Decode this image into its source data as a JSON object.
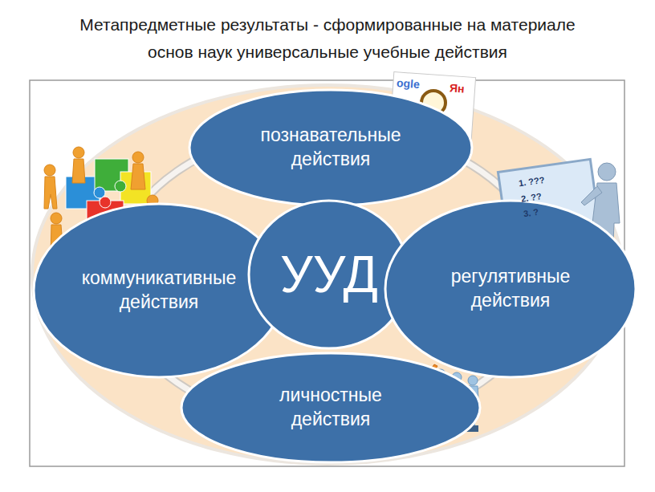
{
  "diagram": {
    "title": "Метапредметные результаты - сформированные на материале основ наук универсальные учебные действия",
    "nodes": [
      {
        "text": [
          "познавательные действия"
        ]
      },
      {
        "text": [
          "коммуникативные действия"
        ]
      },
      {
        "text": [
          "УУД"
        ]
      },
      {
        "text": [
          "регулятивные действия"
        ]
      },
      {
        "text": [
          "личностные действия"
        ]
      }
    ],
    "labels": [
      "ogle",
      "Ян",
      "1. ???",
      "2. ??",
      "3. ?"
    ]
  }
}
